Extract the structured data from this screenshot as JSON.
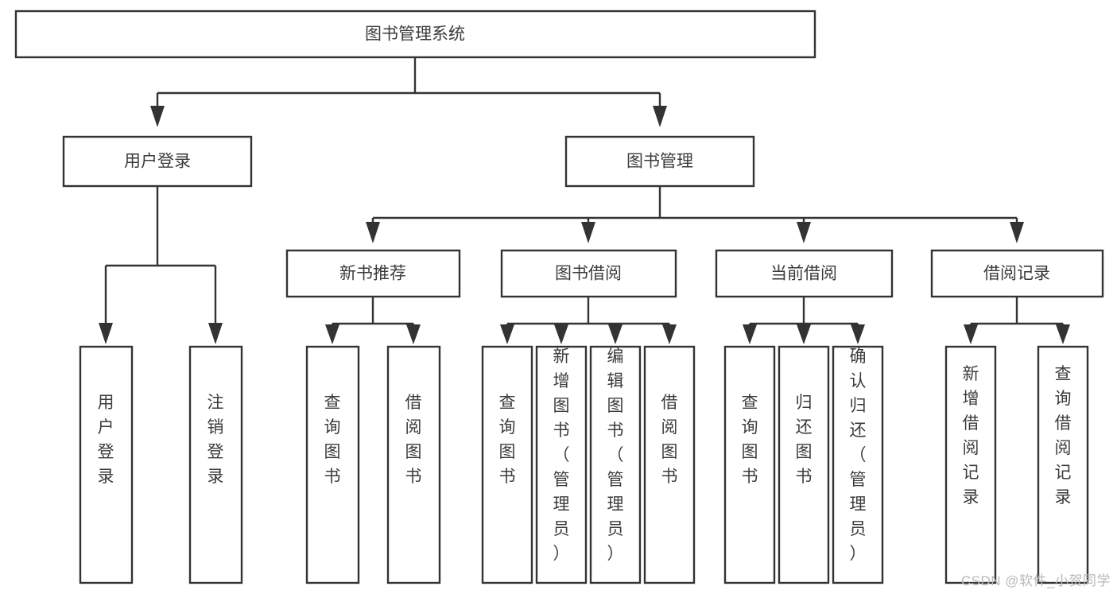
{
  "diagram": {
    "title": "图书管理系统",
    "watermark": "CSDN @软件_小贺同学",
    "colors": {
      "stroke": "#333333",
      "fill": "#ffffff",
      "text": "#3b3b3b",
      "watermark": "#b9b9b9"
    },
    "root": {
      "label": "图书管理系统"
    },
    "level2": [
      {
        "label": "用户登录"
      },
      {
        "label": "图书管理"
      }
    ],
    "level3": [
      {
        "label": "新书推荐"
      },
      {
        "label": "图书借阅"
      },
      {
        "label": "当前借阅"
      },
      {
        "label": "借阅记录"
      }
    ],
    "leaves": {
      "user_login": [
        {
          "label": "用户登录"
        },
        {
          "label": "注销登录"
        }
      ],
      "new_book": [
        {
          "label": "查询图书"
        },
        {
          "label": "借阅图书"
        }
      ],
      "book_borrow": [
        {
          "label": "查询图书"
        },
        {
          "label": "新增图书（管理员）"
        },
        {
          "label": "编辑图书（管理员）"
        },
        {
          "label": "借阅图书"
        }
      ],
      "current_borrow": [
        {
          "label": "查询图书"
        },
        {
          "label": "归还图书"
        },
        {
          "label": "确认归还（管理员）"
        }
      ],
      "borrow_record": [
        {
          "label": "新增借阅记录"
        },
        {
          "label": "查询借阅记录"
        }
      ]
    }
  }
}
